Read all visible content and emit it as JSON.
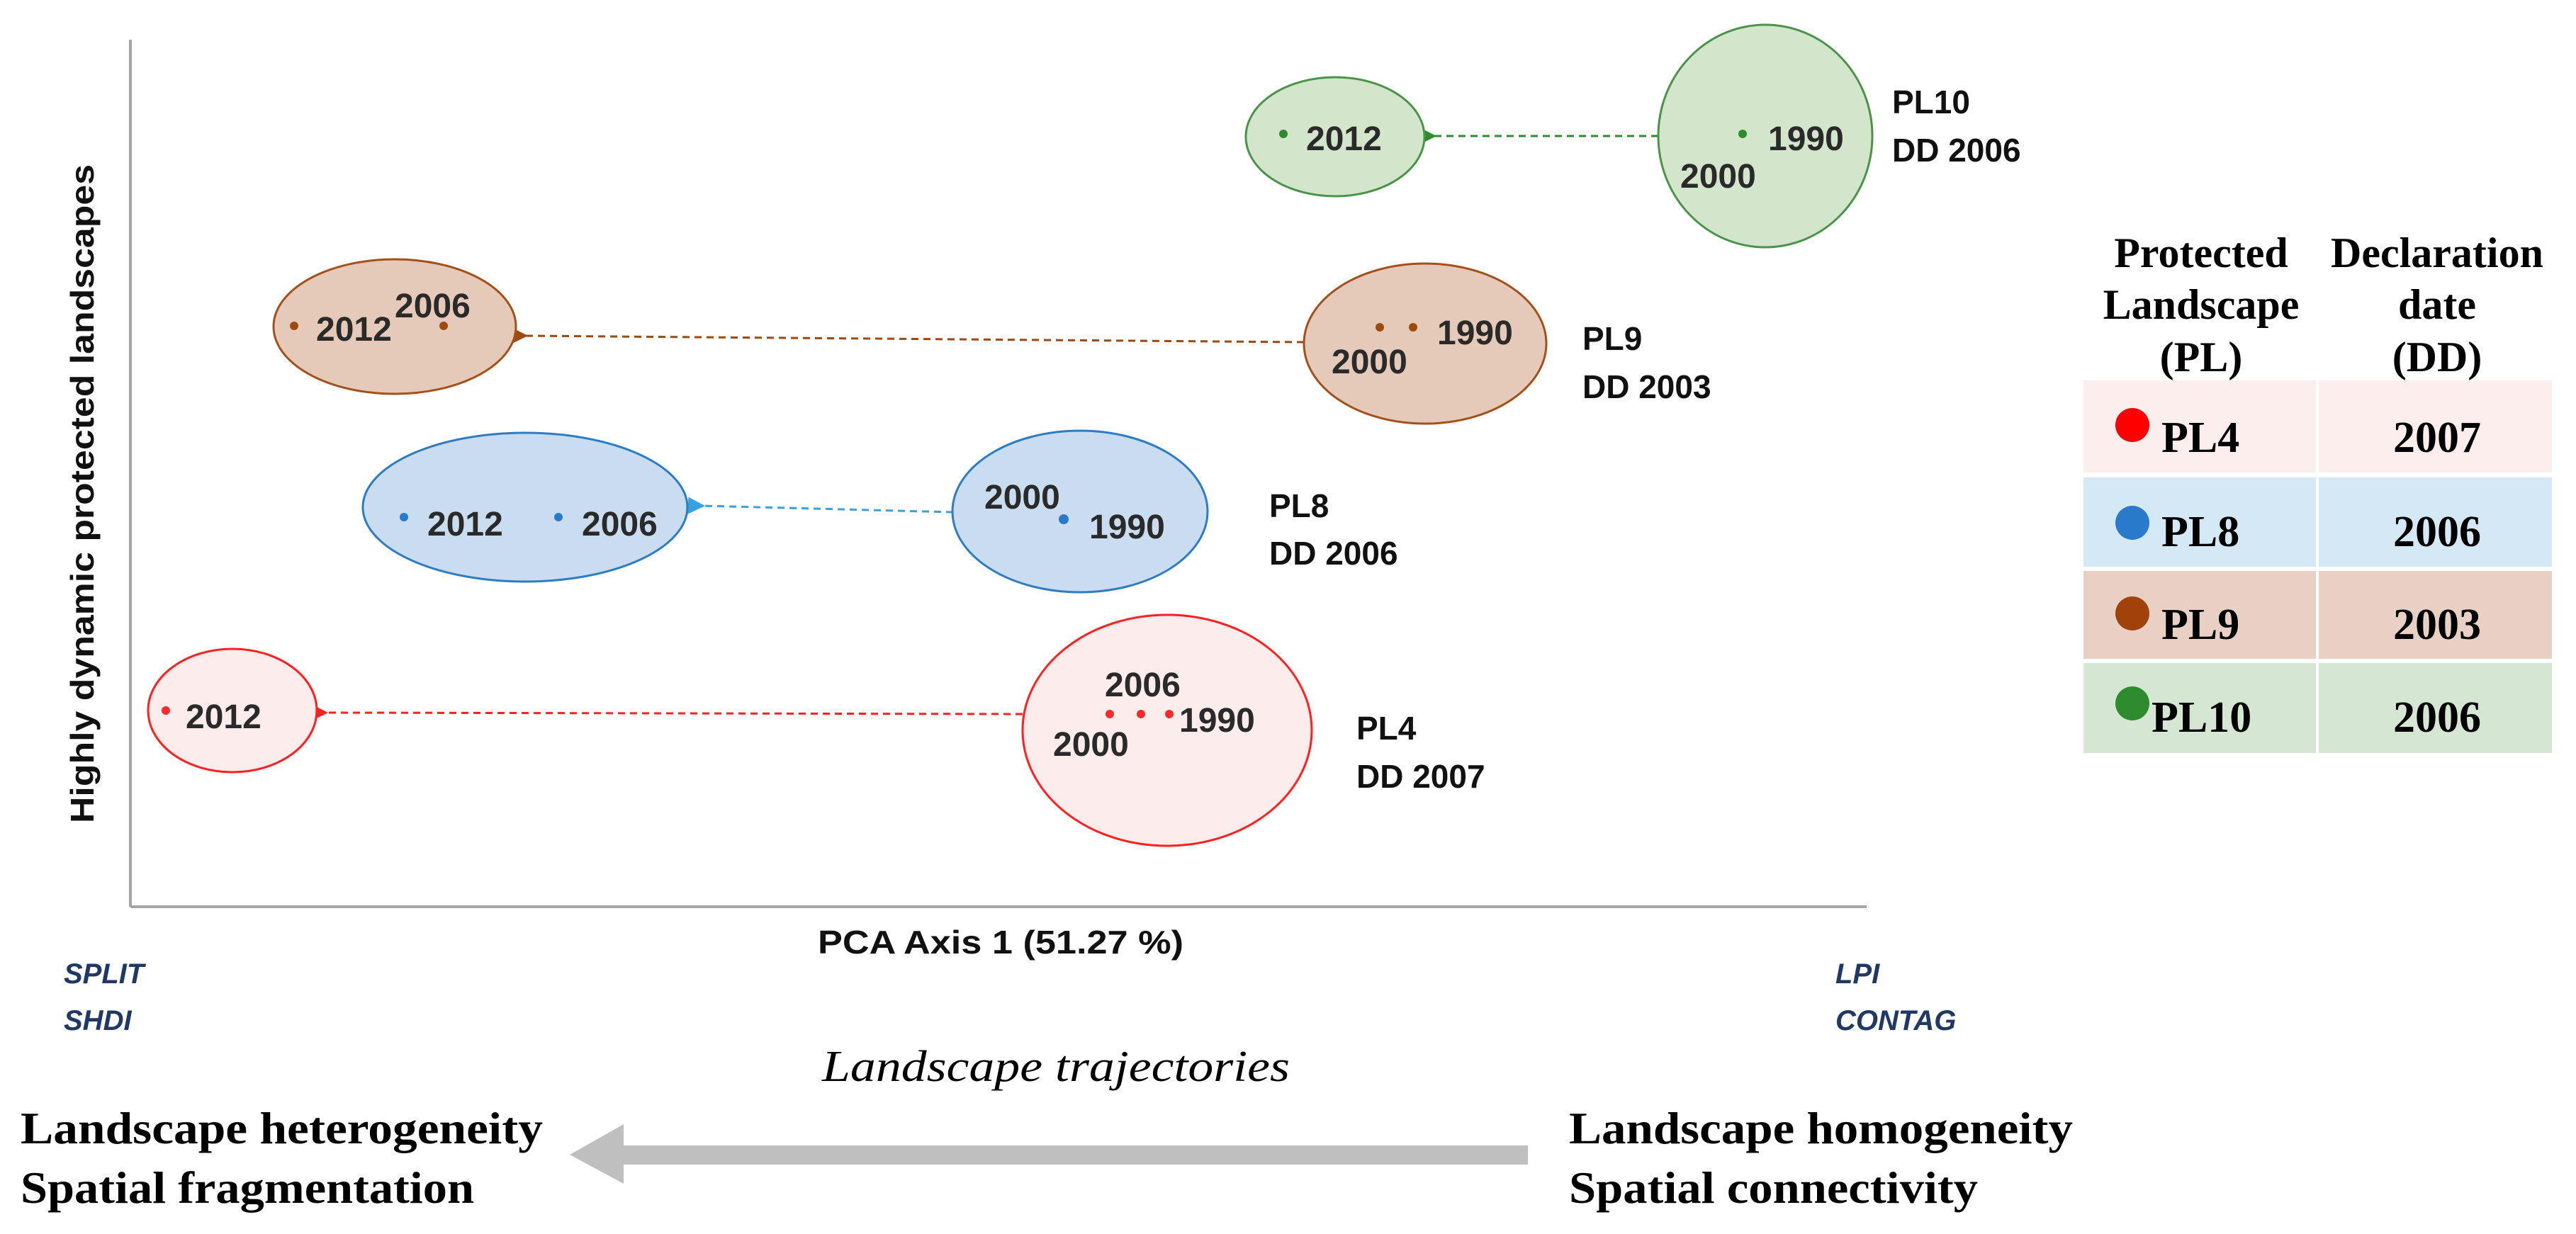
{
  "y_axis_label": "Highly dynamic protected landscapes",
  "x_axis_label": "PCA Axis 1 (51.27 %)",
  "left_metrics": [
    "SPLIT",
    "SHDI"
  ],
  "right_metrics": [
    "LPI",
    "CONTAG"
  ],
  "trajectory_title": "Landscape trajectories",
  "left_pole": [
    "Landscape heterogeneity",
    "Spatial fragmentation"
  ],
  "right_pole": [
    "Landscape homogeneity",
    "Spatial connectivity"
  ],
  "arrow_direction": "right-to-left",
  "groups": {
    "pl10": {
      "name": "PL10",
      "dd": "DD 2006",
      "color": "#2e8b2e",
      "fill": "#d3e6cc",
      "stroke": "#4a944a",
      "start_labels": [
        "1990",
        "2000"
      ],
      "end_labels": [
        "2012"
      ]
    },
    "pl9": {
      "name": "PL9",
      "dd": "DD 2003",
      "color": "#9c4a10",
      "fill": "#e6cab9",
      "stroke": "#a4501a",
      "start_labels": [
        "1990",
        "2000"
      ],
      "end_labels": [
        "2012",
        "2006"
      ]
    },
    "pl8": {
      "name": "PL8",
      "dd": "DD 2006",
      "color": "#2a7acc",
      "fill": "#c9dcf0",
      "stroke": "#2e7dc4",
      "start_labels": [
        "2000",
        "1990"
      ],
      "end_labels": [
        "2012",
        "2006"
      ]
    },
    "pl4": {
      "name": "PL4",
      "dd": "DD 2007",
      "color": "#ff2a2a",
      "fill": "#fdecec",
      "stroke": "#ff2020",
      "start_labels": [
        "2006",
        "1990",
        "2000"
      ],
      "end_labels": [
        "2012"
      ]
    }
  },
  "legend": {
    "headers": [
      [
        "Protected",
        "Landscape",
        "(PL)"
      ],
      [
        "Declaration",
        "date",
        "(DD)"
      ]
    ],
    "rows": [
      {
        "pl": "PL4",
        "dd": "2007",
        "dot": "#ff0000",
        "bg": "#fdeeee"
      },
      {
        "pl": "PL8",
        "dd": "2006",
        "dot": "#2a7acc",
        "bg": "#d4e8f5"
      },
      {
        "pl": "PL9",
        "dd": "2003",
        "dot": "#a0420a",
        "bg": "#e9d0c5"
      },
      {
        "pl": "PL10",
        "dd": "2006",
        "dot": "#2e8b2e",
        "bg": "#d5e6d3"
      }
    ]
  }
}
